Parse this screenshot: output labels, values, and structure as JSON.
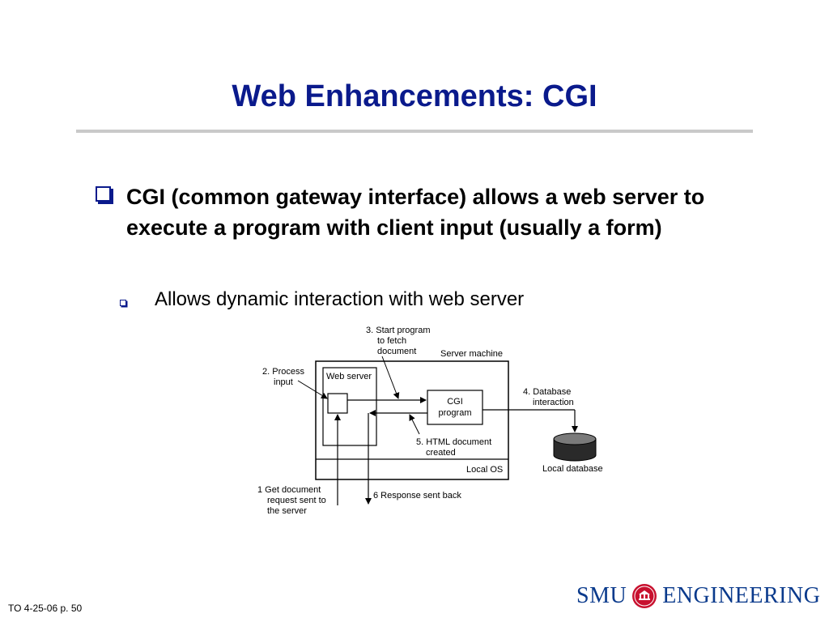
{
  "slide": {
    "title": "Web Enhancements: CGI",
    "bullet_main": "CGI (common gateway interface) allows a web server to execute a program with client input (usually a form)",
    "bullet_sub": "Allows dynamic interaction with web server"
  },
  "diagram": {
    "step3_lines": [
      "3. Start program",
      "to fetch",
      "document"
    ],
    "server_machine": "Server machine",
    "step2_lines": [
      "2. Process",
      "input"
    ],
    "web_server": "Web server",
    "cgi_lines": [
      "CGI",
      "program"
    ],
    "step4_lines": [
      "4. Database",
      "interaction"
    ],
    "step5_lines": [
      "5. HTML document",
      "created"
    ],
    "local_os": "Local OS",
    "local_database": "Local database",
    "step1_lines": [
      "1  Get document",
      "request sent to",
      "the server"
    ],
    "step6": "6  Response sent back"
  },
  "footer": {
    "note": "TO 4-25-06 p.  50",
    "logo_left": "SMU",
    "logo_right": "ENGINEERING"
  },
  "colors": {
    "title_blue": "#0a1a8c",
    "logo_red": "#c8102e",
    "logo_blue": "#0a3a8c"
  }
}
